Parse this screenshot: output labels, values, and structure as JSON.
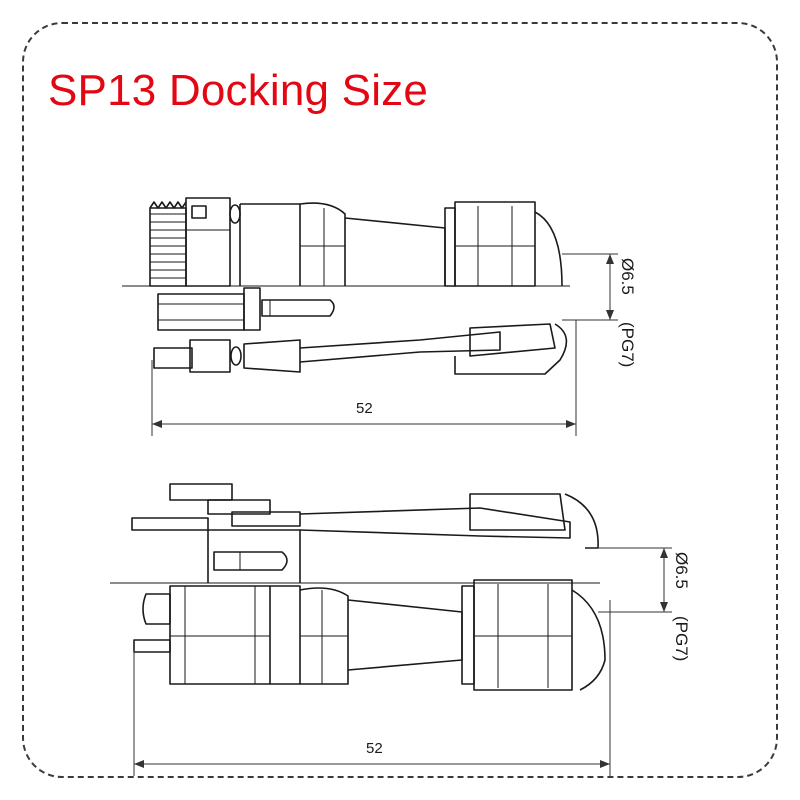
{
  "title": "SP13 Docking Size",
  "accent_color": "#e30613",
  "top_drawing": {
    "length_label": "52",
    "diameter_label": "Ø6.5",
    "gland_label": "(PG7)"
  },
  "bottom_drawing": {
    "length_label": "52",
    "diameter_label": "Ø6.5",
    "gland_label": "(PG7)"
  }
}
